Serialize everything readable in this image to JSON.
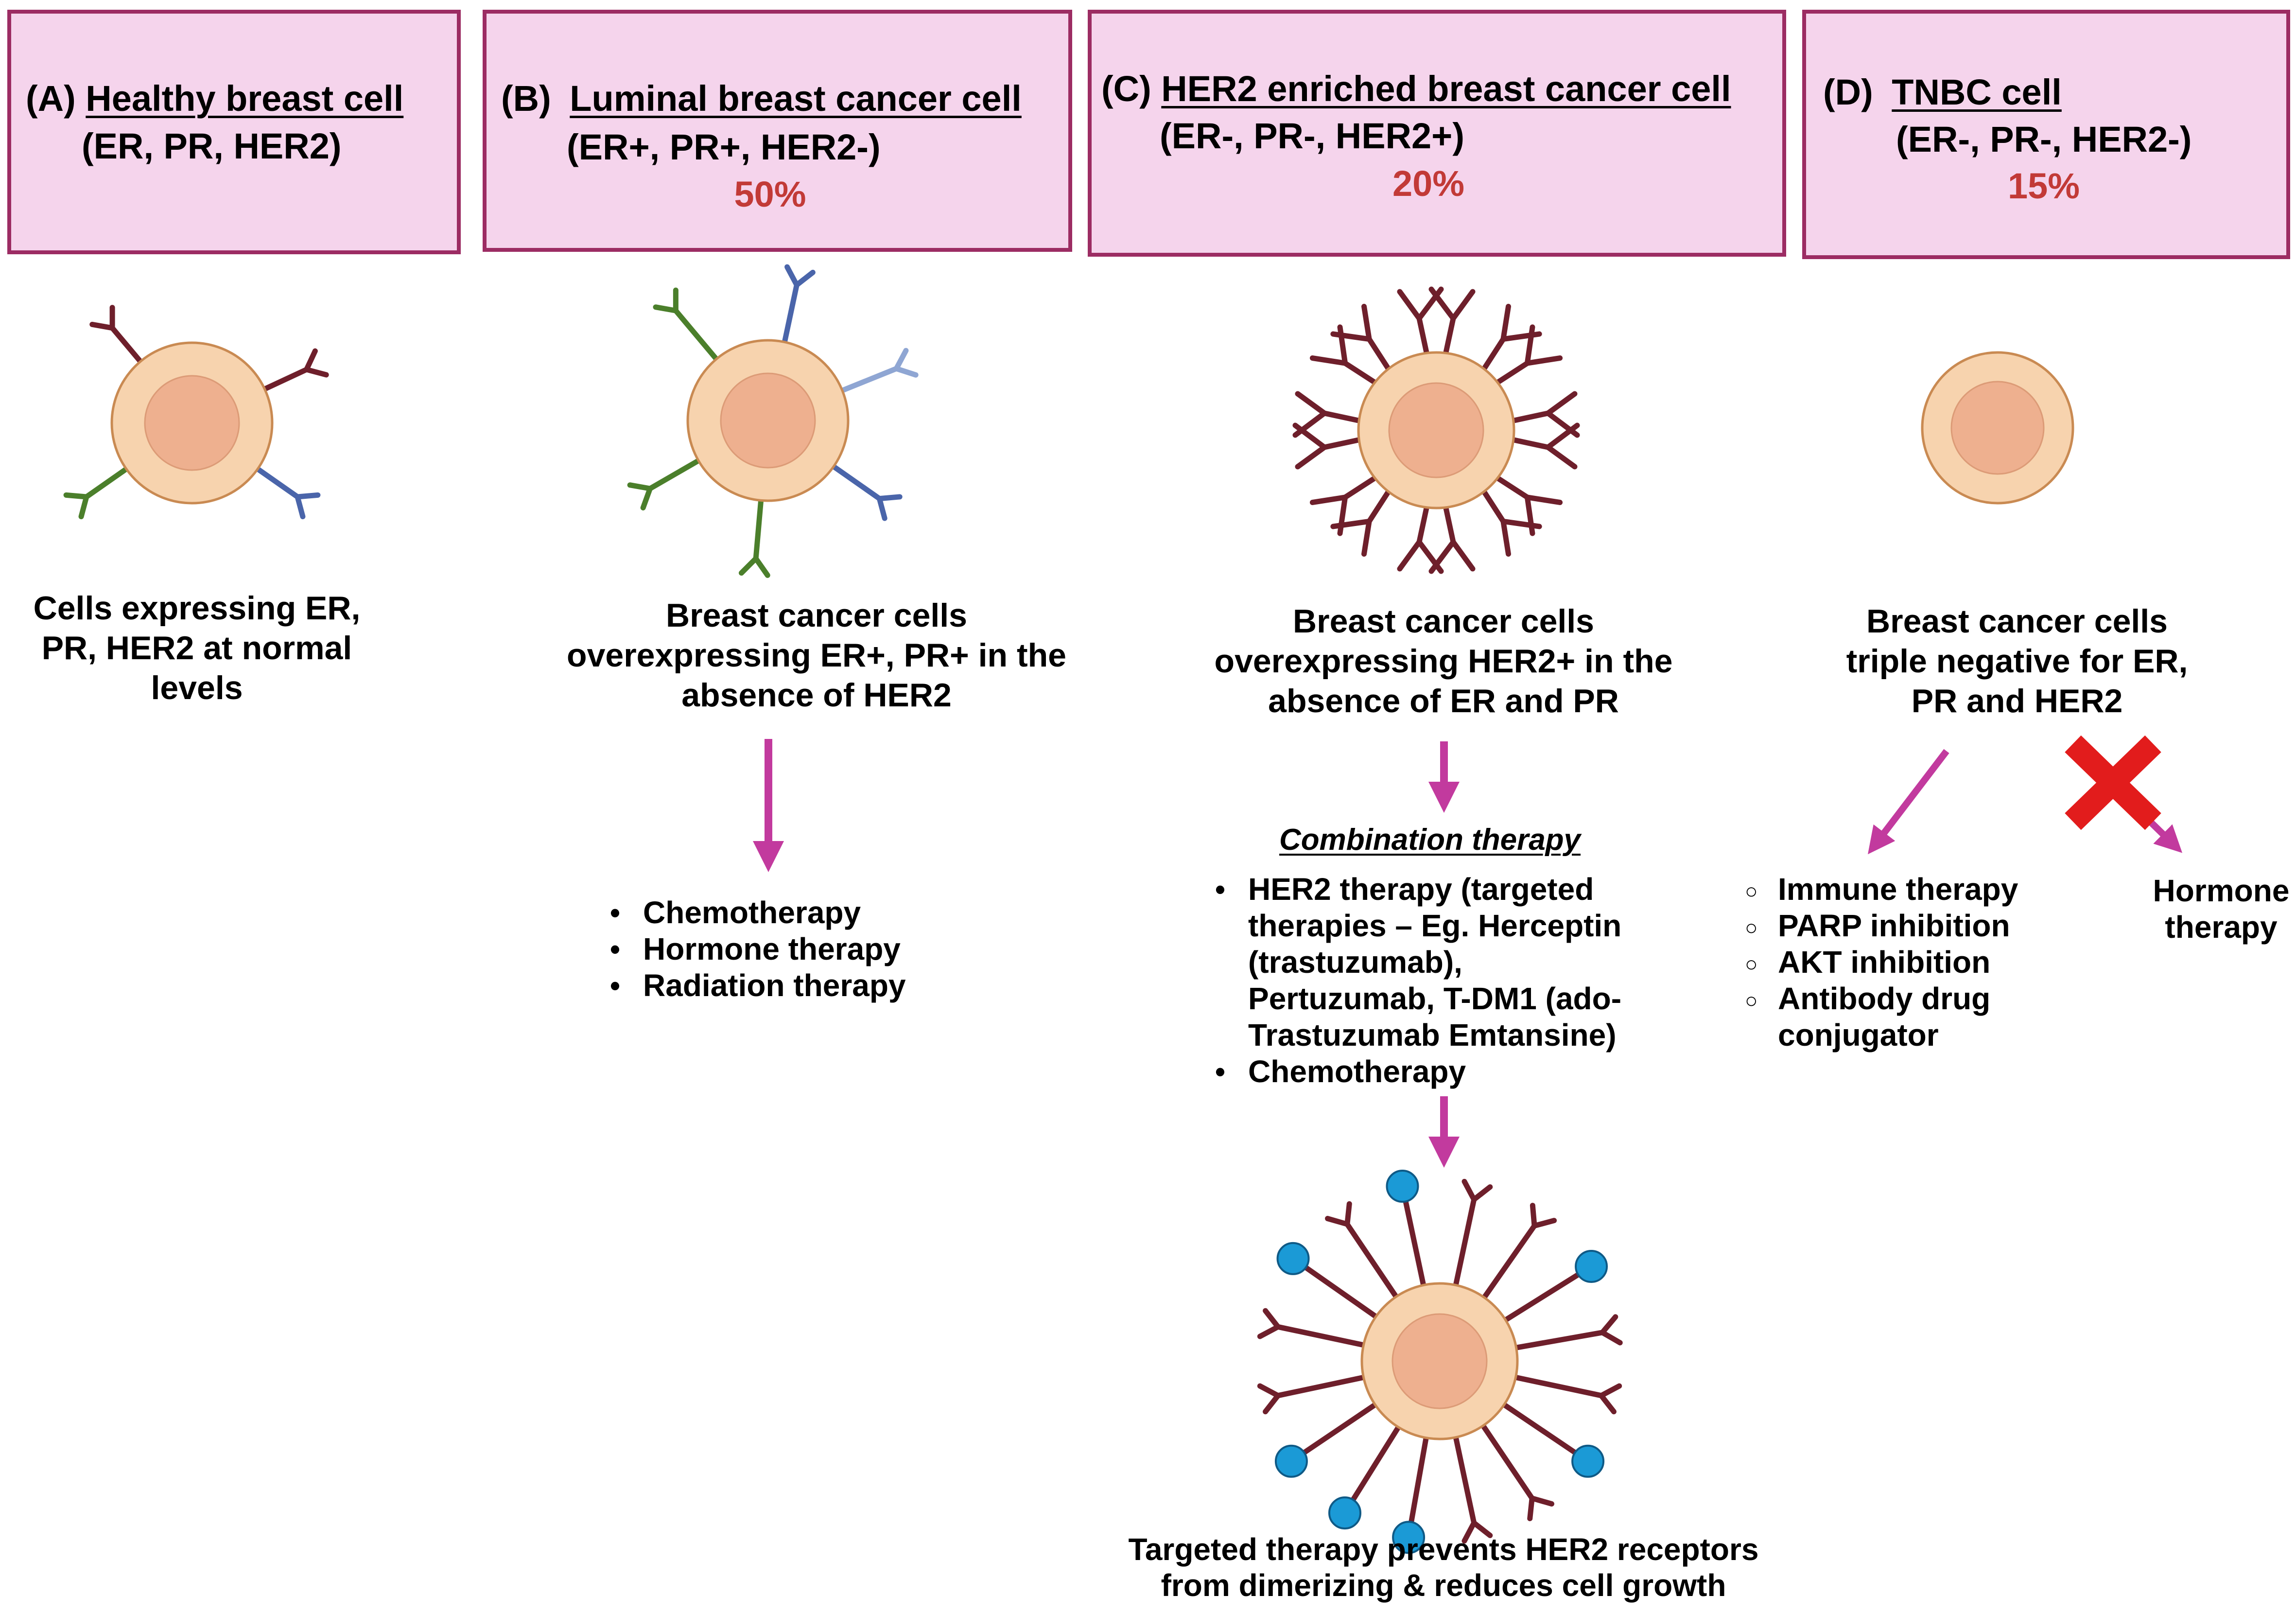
{
  "colors": {
    "header_fill": "#f5d4ec",
    "header_border": "#9c2c63",
    "percentage_red": "#c23a37",
    "arrow_magenta": "#c23a9e",
    "cross_red": "#e21c1c",
    "cell_outer": "#f7d3ae",
    "cell_nucleus": "#eeb08f",
    "her2_receptor": "#6e1f2b",
    "er_receptor": "#4b7f2b",
    "pr_receptor": "#4a65aa",
    "antibody_ball": "#1b9ad6"
  },
  "panels": {
    "A": {
      "letter": "(A)",
      "title": "Healthy breast cell",
      "markers": "(ER, PR, HER2)",
      "description": [
        "Cells expressing ER,",
        "PR, HER2 at normal",
        "levels"
      ]
    },
    "B": {
      "letter": "(B)",
      "title": "Luminal breast cancer cell",
      "markers": "(ER+, PR+, HER2-)",
      "percentage": "50%",
      "description": [
        "Breast cancer cells",
        "overexpressing ER+, PR+ in the",
        "absence of HER2"
      ],
      "treatments": [
        "Chemotherapy",
        "Hormone therapy",
        "Radiation therapy"
      ]
    },
    "C": {
      "letter": "(C)",
      "title": "HER2 enriched breast cancer cell",
      "markers": "(ER-, PR-, HER2+)",
      "percentage": "20%",
      "description": [
        "Breast cancer cells",
        "overexpressing HER2+ in the",
        "absence of ER and PR"
      ],
      "therapy_title": "Combination therapy",
      "treatments": [
        [
          "HER2 therapy (targeted",
          "therapies – Eg. Herceptin",
          "(trastuzumab),",
          "Pertuzumab, T-DM1 (ado-",
          "Trastuzumab Emtansine)"
        ],
        [
          "Chemotherapy"
        ]
      ],
      "outcome": [
        "Targeted therapy prevents HER2 receptors",
        "from dimerizing & reduces cell growth"
      ]
    },
    "D": {
      "letter": "(D)",
      "title": "TNBC cell",
      "markers": "(ER-, PR-, HER2-)",
      "percentage": "15%",
      "description": [
        "Breast cancer cells",
        "triple negative for ER,",
        "PR and HER2"
      ],
      "treatments": [
        [
          "Immune therapy"
        ],
        [
          "PARP inhibition"
        ],
        [
          "AKT inhibition"
        ],
        [
          "Antibody drug",
          "conjugator"
        ]
      ],
      "excluded": [
        "Hormone",
        "therapy"
      ]
    }
  }
}
